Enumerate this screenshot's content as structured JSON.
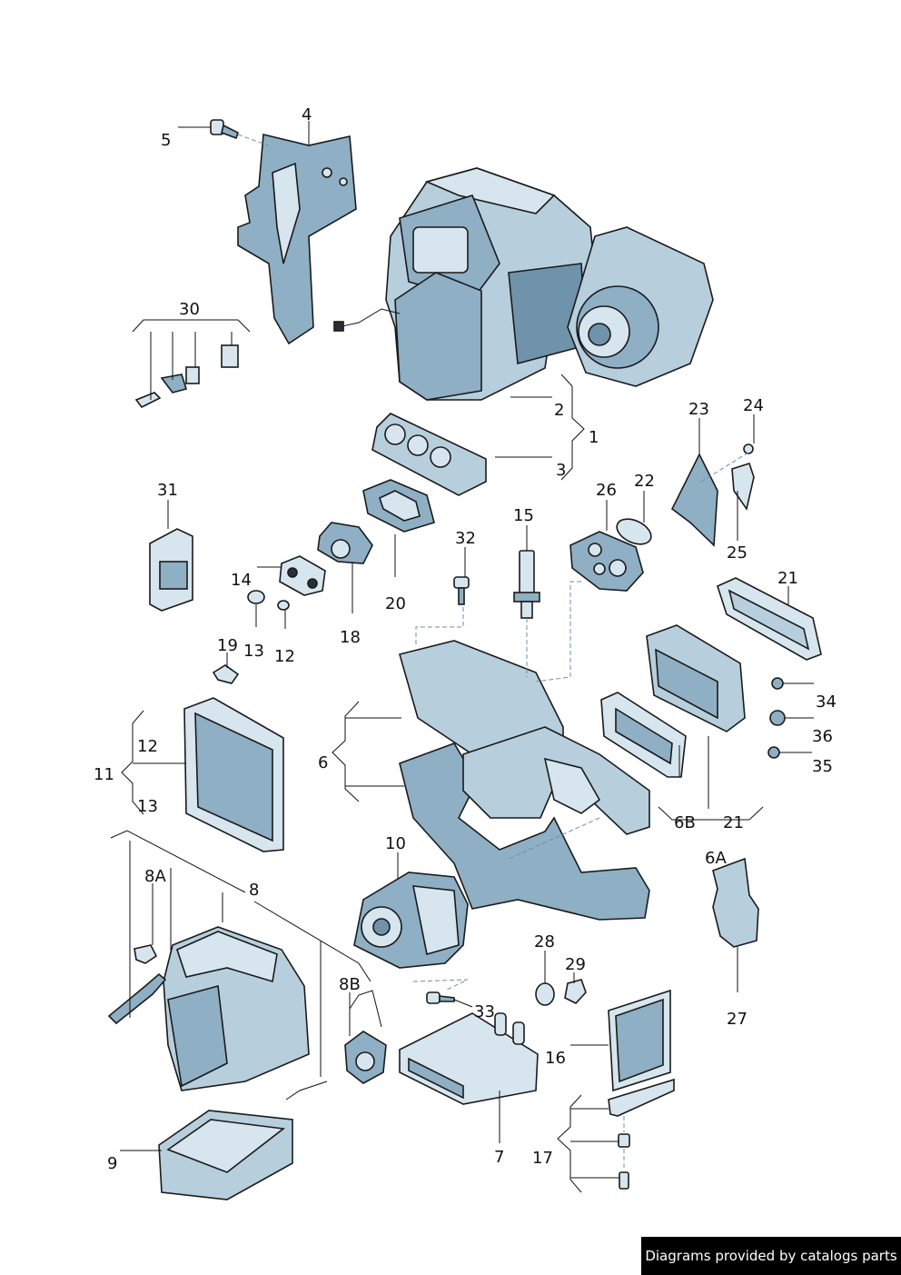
{
  "callouts": {
    "c1": "1",
    "c2": "2",
    "c3": "3",
    "c4": "4",
    "c5": "5",
    "c6": "6",
    "c6a": "6A",
    "c6b": "6B",
    "c7": "7",
    "c8": "8",
    "c8a": "8A",
    "c8b": "8B",
    "c9": "9",
    "c10": "10",
    "c11": "11",
    "c12a": "12",
    "c12b": "12",
    "c13a": "13",
    "c13b": "13",
    "c14": "14",
    "c15": "15",
    "c16": "16",
    "c17": "17",
    "c18": "18",
    "c19": "19",
    "c20": "20",
    "c21a": "21",
    "c21b": "21",
    "c22": "22",
    "c23": "23",
    "c24": "24",
    "c25": "25",
    "c26": "26",
    "c27": "27",
    "c28": "28",
    "c29": "29",
    "c30": "30",
    "c31": "31",
    "c32": "32",
    "c33": "33",
    "c34": "34",
    "c35": "35",
    "c36": "36"
  },
  "credit": "Diagrams provided by catalogs parts"
}
